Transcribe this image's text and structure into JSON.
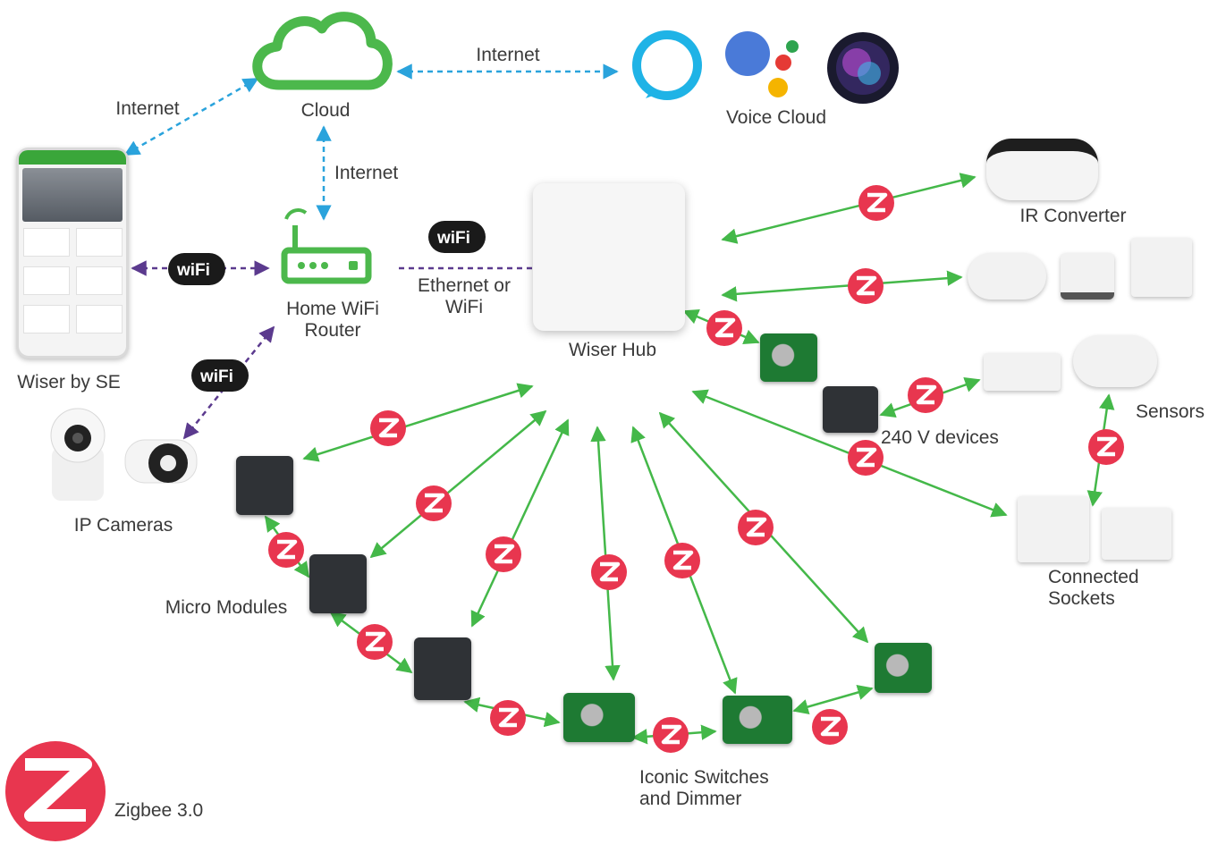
{
  "labels": {
    "cloud": "Cloud",
    "voice_cloud": "Voice Cloud",
    "internet_top": "Internet",
    "internet_left": "Internet",
    "internet_mid": "Internet",
    "router": "Home WiFi\nRouter",
    "ethernet": "Ethernet or\nWiFi",
    "wiser_hub": "Wiser Hub",
    "wiser_app": "Wiser by SE",
    "ip_cameras": "IP Cameras",
    "micro_modules": "Micro Modules",
    "ir_converter": "IR Converter",
    "sensors": "Sensors",
    "devices_240": "240 V devices",
    "connected_sockets": "Connected\nSockets",
    "iconic": "Iconic Switches\nand Dimmer",
    "zigbee": "Zigbee 3.0"
  },
  "wifi_badge": "wiFi",
  "colors": {
    "cloud_green": "#4cb84c",
    "zigbee_red": "#e8364f",
    "link_blue": "#2aa3dc",
    "link_purple": "#5b3a8e",
    "link_green": "#44b849"
  },
  "icons": [
    "cloud-icon",
    "alexa-icon",
    "google-assistant-icon",
    "siri-icon",
    "router-icon",
    "zigbee-icon",
    "wifi-badge-icon"
  ]
}
